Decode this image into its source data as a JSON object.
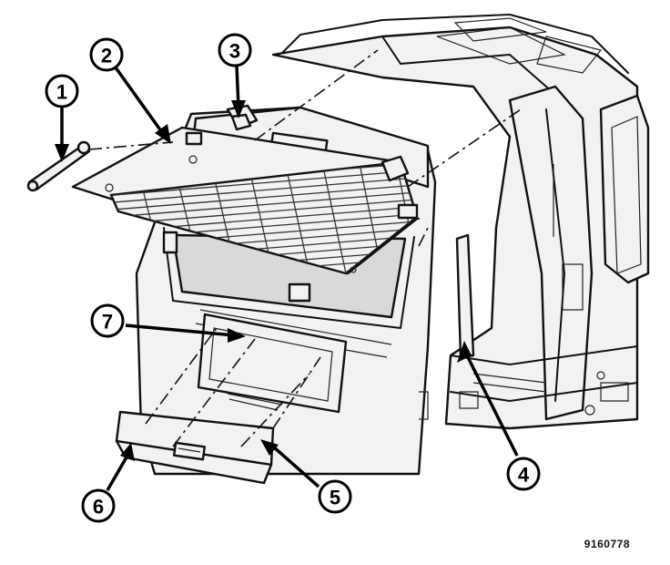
{
  "figure_id": "9160778",
  "callouts": [
    {
      "label": "1"
    },
    {
      "label": "2"
    },
    {
      "label": "3"
    },
    {
      "label": "4"
    },
    {
      "label": "5"
    },
    {
      "label": "6"
    },
    {
      "label": "7"
    }
  ]
}
